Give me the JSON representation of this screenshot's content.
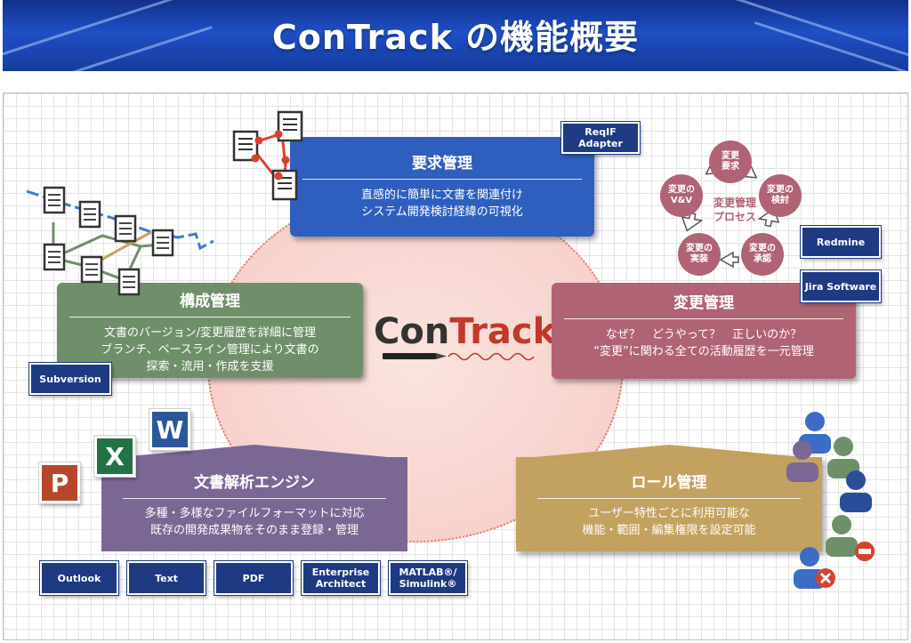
{
  "header": {
    "title": "ConTrack の機能概要"
  },
  "logo": {
    "part1": "Con",
    "part2": "Track"
  },
  "requirements": {
    "title": "要求管理",
    "lines": [
      "直感的に簡単に文書を関連付け",
      "システム開発検討経緯の可視化"
    ],
    "tags": [
      "ReqIF\nAdapter"
    ]
  },
  "configuration": {
    "title": "構成管理",
    "lines": [
      "文書のバージョン/変更履歴を詳細に管理",
      "ブランチ、ベースライン管理により文書の",
      "探索・流用・作成を支援"
    ],
    "tags": [
      "Subversion"
    ]
  },
  "change": {
    "title": "変更管理",
    "lines": [
      "なぜ？　どうやって？　正しいのか？",
      "“変更”に関わる全ての活動履歴を一元管理"
    ],
    "tags": [
      "Redmine",
      "Jira Software"
    ],
    "process": {
      "center": "変更管理\nプロセス",
      "steps": [
        "変更\n要求",
        "変更の\n検討",
        "変更の\n承認",
        "変更の\n実装",
        "変更の\nV&V"
      ]
    }
  },
  "doc_analysis": {
    "title": "文書解析エンジン",
    "lines": [
      "多種・多様なファイルフォーマットに対応",
      "既存の開発成果物をそのまま登録・管理"
    ],
    "formats": [
      "Outlook",
      "Text",
      "PDF",
      "Enterprise\nArchitect",
      "MATLAB®/\nSimulink®"
    ],
    "office_icons": [
      {
        "letter": "P",
        "color": "#b7472a"
      },
      {
        "letter": "X",
        "color": "#217346"
      },
      {
        "letter": "W",
        "color": "#2b579a"
      }
    ]
  },
  "role": {
    "title": "ロール管理",
    "lines": [
      "ユーザー特性ごとに利用可能な",
      "機能・範囲・編集権限を設定可能"
    ]
  },
  "colors": {
    "requirements": "#2e5fbe",
    "configuration": "#6f8f6a",
    "change": "#b06375",
    "doc_analysis": "#7b6794",
    "role": "#c3a25f",
    "tag": "#1e3a82"
  }
}
